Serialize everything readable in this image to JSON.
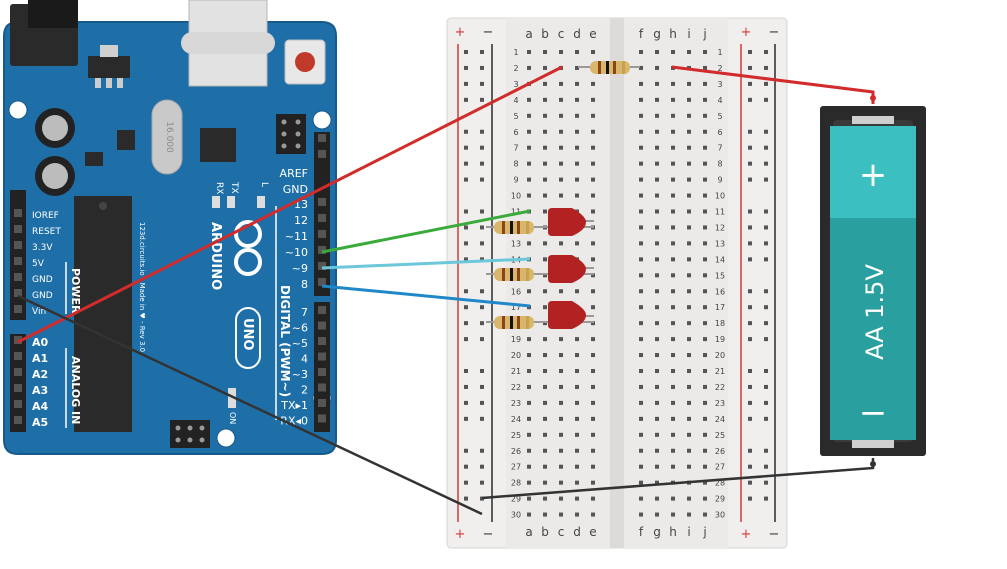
{
  "colors": {
    "board": "#1e6fa8",
    "board_edge": "#165a8b",
    "breadboard": "#f0efee",
    "rail_red": "#d33a3a",
    "rail_blue": "#2a2a2a",
    "wire_red": "#d22b2b",
    "wire_green": "#3aaa3a",
    "wire_lightblue": "#6cc7db",
    "wire_blue": "#1e88c8",
    "wire_black": "#333333",
    "battery_top": "#3cbfc0",
    "battery_bottom": "#2a9fa0",
    "led": "#b22222",
    "resistor": "#d9b66b"
  },
  "arduino": {
    "brand": "ARDUINO",
    "model": "UNO",
    "site_text": "123d.circuits.io - Made in ♥ - Rev 3.0",
    "crystal": "16.000",
    "aref": "AREF",
    "gnd": "GND",
    "tx": "TX",
    "rx": "RX",
    "l": "L",
    "on": "ON",
    "digital_label": "DIGITAL (PWM~)",
    "power_label": "POWER",
    "analog_label": "ANALOG IN",
    "digital_pins_top": [
      "13",
      "12",
      "~11",
      "~10",
      "~9",
      "8"
    ],
    "digital_pins_bottom": [
      "7",
      "~6",
      "~5",
      "4",
      "~3",
      "2",
      "TX▸1",
      "RX◂0"
    ],
    "power_pins": [
      "IOREF",
      "RESET",
      "3.3V",
      "5V",
      "GND",
      "GND",
      "Vin"
    ],
    "analog_pins": [
      "A0",
      "A1",
      "A2",
      "A3",
      "A4",
      "A5"
    ]
  },
  "breadboard": {
    "cols_left": [
      "a",
      "b",
      "c",
      "d",
      "e"
    ],
    "cols_right": [
      "f",
      "g",
      "h",
      "i",
      "j"
    ],
    "rows": [
      "1",
      "2",
      "3",
      "4",
      "5",
      "6",
      "7",
      "8",
      "9",
      "10",
      "11",
      "12",
      "13",
      "14",
      "15",
      "16",
      "17",
      "18",
      "19",
      "20",
      "21",
      "22",
      "23",
      "24",
      "25",
      "26",
      "27",
      "28",
      "29",
      "30"
    ],
    "plus": "+",
    "minus": "−"
  },
  "battery": {
    "plus": "+",
    "minus": "−",
    "label": "AA 1.5V"
  }
}
